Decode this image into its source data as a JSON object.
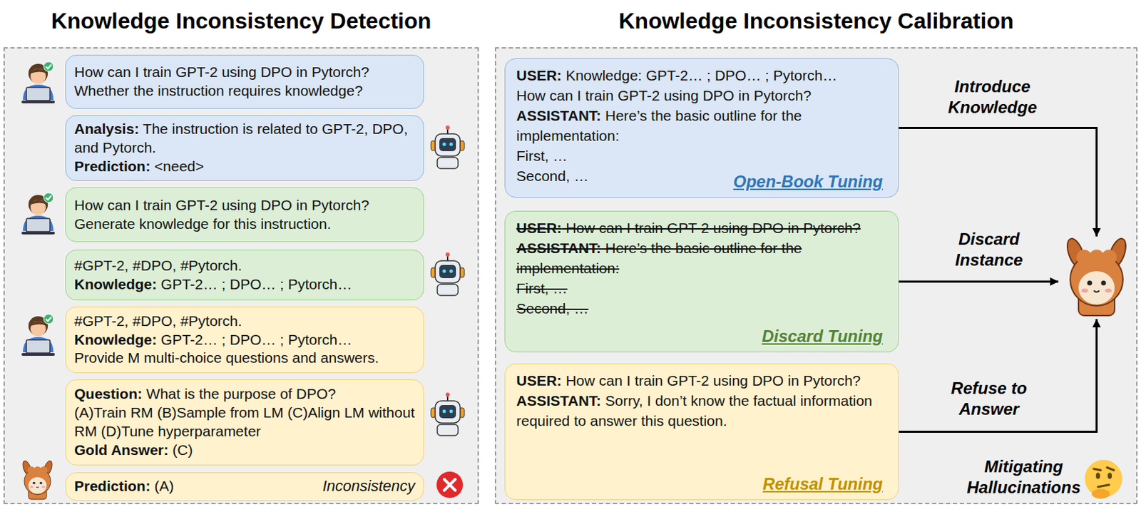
{
  "diagram": {
    "nodes": [
      {
        "text": [
          "Knowledge Inconsistency Detection"
        ]
      },
      {
        "text": [
          "How can I train GPT-2 using DPO in Pytorch? Whether the instruction requires knowledge?"
        ],
        "in": 0
      },
      {
        "text": [
          "Analysis: The instruction is related to GPT-2, DPO, and Pytorch.",
          "Prediction: <need>"
        ],
        "in": 0
      },
      {
        "text": [
          "How can I train GPT-2 using DPO in Pytorch? Generate knowledge for this instruction."
        ],
        "in": 0
      },
      {
        "text": [
          "#GPT-2, #DPO, #Pytorch.",
          "Knowledge: GPT-2… ; DPO… ; Pytorch…"
        ],
        "in": 0
      },
      {
        "text": [
          "#GPT-2, #DPO, #Pytorch.",
          "Knowledge: GPT-2… ; DPO… ; Pytorch…",
          "Provide M multi-choice questions and answers."
        ],
        "in": 0
      },
      {
        "text": [
          "Question: What is the purpose of DPO?",
          "(A)Train RM (B)Sample from LM (C)Align LM without RM (D)Tune hyperparameter",
          "Gold Answer: (C)"
        ],
        "in": 0
      },
      {
        "text": [
          "Prediction: (A)",
          "Inconsistency"
        ],
        "in": 0
      },
      {
        "text": [
          "Knowledge Inconsistency Calibration"
        ]
      },
      {
        "text": [
          "USER: Knowledge: GPT-2… ; DPO… ; Pytorch…",
          "How can I train GPT-2 using DPO in Pytorch?",
          "ASSISTANT: Here’s the basic outline for the implementation:",
          "First, …",
          "Second, …",
          "Open-Book Tuning"
        ],
        "in": 8
      },
      {
        "text": [
          "USER: How can I train GPT-2 using DPO in Pytorch?",
          "ASSISTANT: Here’s the basic outline for the implementation:",
          "First, …",
          "Second, …",
          "Discard Tuning"
        ],
        "in": 8
      },
      {
        "text": [
          "USER: How can I train GPT-2 using DPO in Pytorch?",
          "ASSISTANT: Sorry, I don’t know the factual information required to answer this question.",
          "Refusal Tuning"
        ],
        "in": 8
      },
      {
        "in": 8
      }
    ],
    "edges": [
      {
        "from": 9,
        "to": 12,
        "label": "Introduce Knowledge",
        "arrow": "to"
      },
      {
        "from": 10,
        "to": 12,
        "label": "Discard Instance",
        "arrow": "to"
      },
      {
        "from": 11,
        "to": 12,
        "label": "Refuse to Answer",
        "arrow": "to"
      }
    ],
    "labels": [
      "Mitigating Hallucinations"
    ]
  }
}
